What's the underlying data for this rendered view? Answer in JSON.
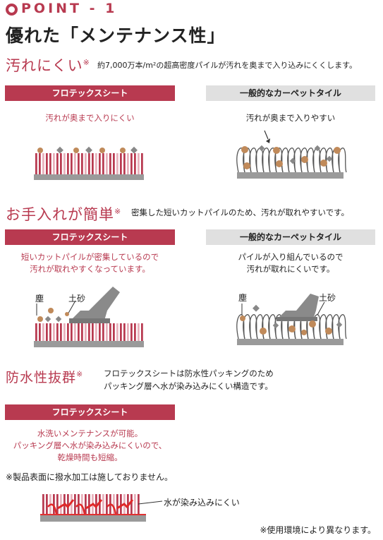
{
  "point_label": "POINT - 1",
  "main_title": "優れた「メンテナンス性」",
  "sections": [
    {
      "title": "汚れにくい",
      "mark": "※",
      "desc": "約7,000万本/m²の超高密度パイルが汚れを奥まで入り込みにくくします。",
      "left": {
        "header": "フロテックスシート",
        "caption": "汚れが奥まで入りにくい"
      },
      "right": {
        "header": "一般的なカーペットタイル",
        "caption": "汚れが奥まで入りやすい"
      }
    },
    {
      "title": "お手入れが簡単",
      "mark": "※",
      "desc": "密集した短いカットパイルのため、汚れが取れやすいです。",
      "left": {
        "header": "フロテックスシート",
        "caption_line1": "短いカットパイルが密集しているので",
        "caption_line2": "汚れが取れやすくなっています。",
        "label_dust": "塵",
        "label_sand": "土砂"
      },
      "right": {
        "header": "一般的なカーペットタイル",
        "caption_line1": "パイルが入り組んでいるので",
        "caption_line2": "汚れが取れにくいです。",
        "label_dust": "塵",
        "label_sand": "土砂"
      }
    },
    {
      "title": "防水性抜群",
      "mark": "※",
      "desc_line1": "フロテックスシートは防水性パッキングのため",
      "desc_line2": "パッキング層へ水が染み込みにくい構造です。",
      "left": {
        "header": "フロテックスシート",
        "caption_line1": "水洗いメンテナンスが可能。",
        "caption_line2": "パッキング層へ水が染み込みにくいので、",
        "caption_line3": "乾燥時間も短縮。"
      },
      "note": "※製品表面に撥水加工は施しておりません。",
      "water_label": "水が染み込みにくい"
    }
  ],
  "footnote": "※使用環境により異なります。",
  "colors": {
    "accent": "#b83a50",
    "gray_header": "#e0e0e0",
    "base_gray": "#9a9a9a",
    "dirt": "#c08a5a",
    "sand": "#8a8a8a"
  }
}
